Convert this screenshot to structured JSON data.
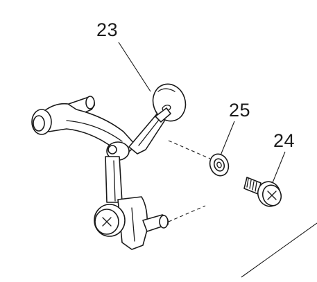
{
  "diagram": {
    "callouts": [
      {
        "id": "23",
        "label": "23"
      },
      {
        "id": "25",
        "label": "25"
      },
      {
        "id": "24",
        "label": "24"
      }
    ]
  }
}
